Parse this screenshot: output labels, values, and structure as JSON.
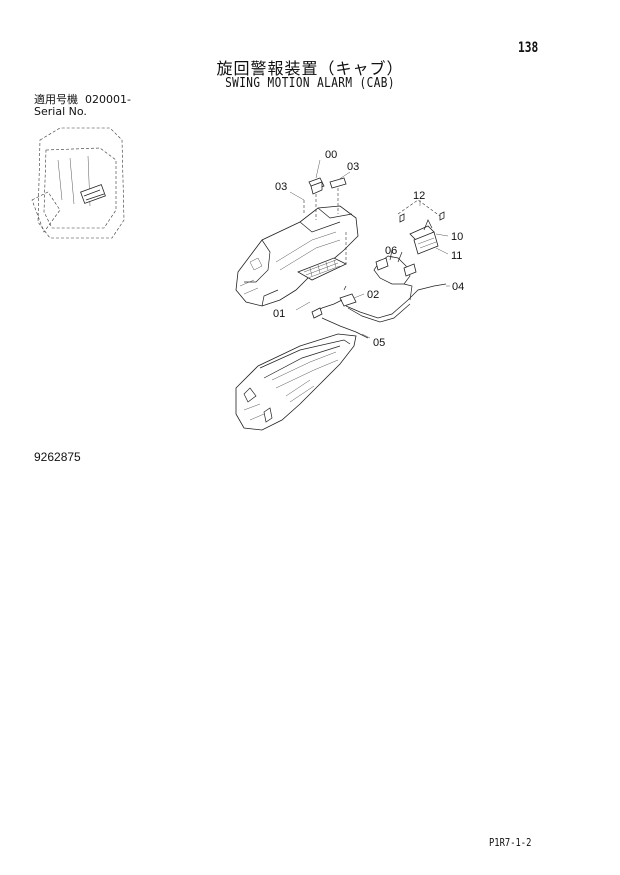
{
  "page_number": "138",
  "title_jp": "旋回警報装置（キャブ）",
  "title_en": "SWING MOTION ALARM (CAB)",
  "applicable_label_jp": "適用号機",
  "serial_value": "020001-",
  "serial_label_en": "Serial No.",
  "drawing_number": "9262875",
  "page_reference": "P1R7-1-2",
  "callouts": {
    "c00": "00",
    "c03a": "03",
    "c03b": "03",
    "c12": "12",
    "c10": "10",
    "c11": "11",
    "c06": "06",
    "c02": "02",
    "c04": "04",
    "c01": "01",
    "c05": "05"
  }
}
